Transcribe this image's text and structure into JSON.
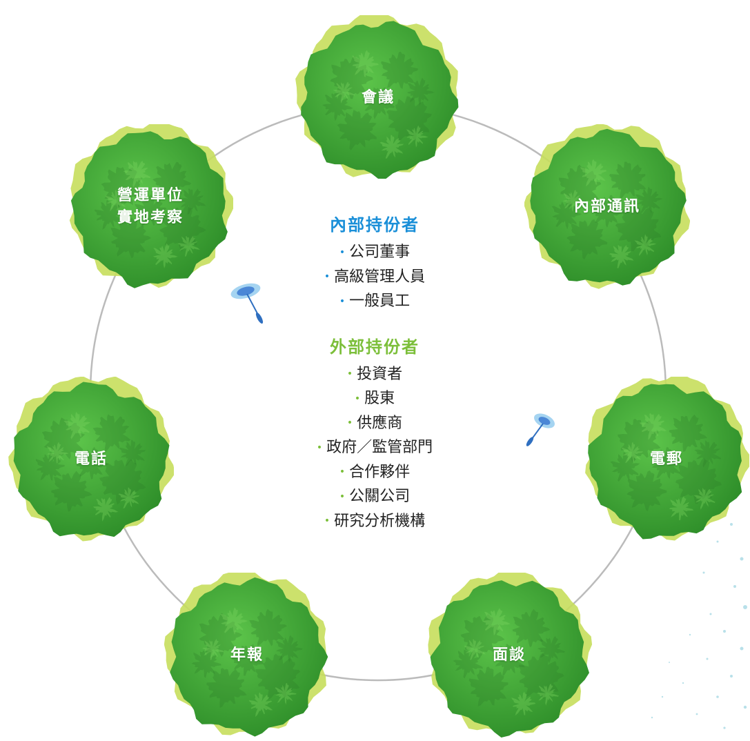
{
  "colors": {
    "internal_accent": "#1a8fd8",
    "external_accent": "#7cbf3a",
    "ring": "#bbbbbb",
    "node_fill_dark": "#2f8f2a",
    "node_fill_light": "#5cc44a",
    "node_fringe": "#c6de5c",
    "seed_blue": "#2f6fc0"
  },
  "nodes": [
    {
      "label": "會議",
      "icon": "tree-canopy-icon"
    },
    {
      "label": "內部通訊",
      "icon": "tree-canopy-icon"
    },
    {
      "label": "電郵",
      "icon": "tree-canopy-icon"
    },
    {
      "label": "面談",
      "icon": "tree-canopy-icon"
    },
    {
      "label": "年報",
      "icon": "tree-canopy-icon"
    },
    {
      "label": "電話",
      "icon": "tree-canopy-icon"
    },
    {
      "label": "營運單位\n實地考察",
      "icon": "tree-canopy-icon"
    }
  ],
  "center": {
    "internal": {
      "title": "內部持份者",
      "items": [
        "公司董事",
        "高級管理人員",
        "一般員工"
      ]
    },
    "external": {
      "title": "外部持份者",
      "items": [
        "投資者",
        "股東",
        "供應商",
        "政府／監管部門",
        "合作夥伴",
        "公關公司",
        "研究分析機構"
      ]
    },
    "bullet": "•"
  },
  "decor": {
    "seed_icon": "dandelion-seed-icon",
    "spray_icon": "spray-dots-icon"
  }
}
